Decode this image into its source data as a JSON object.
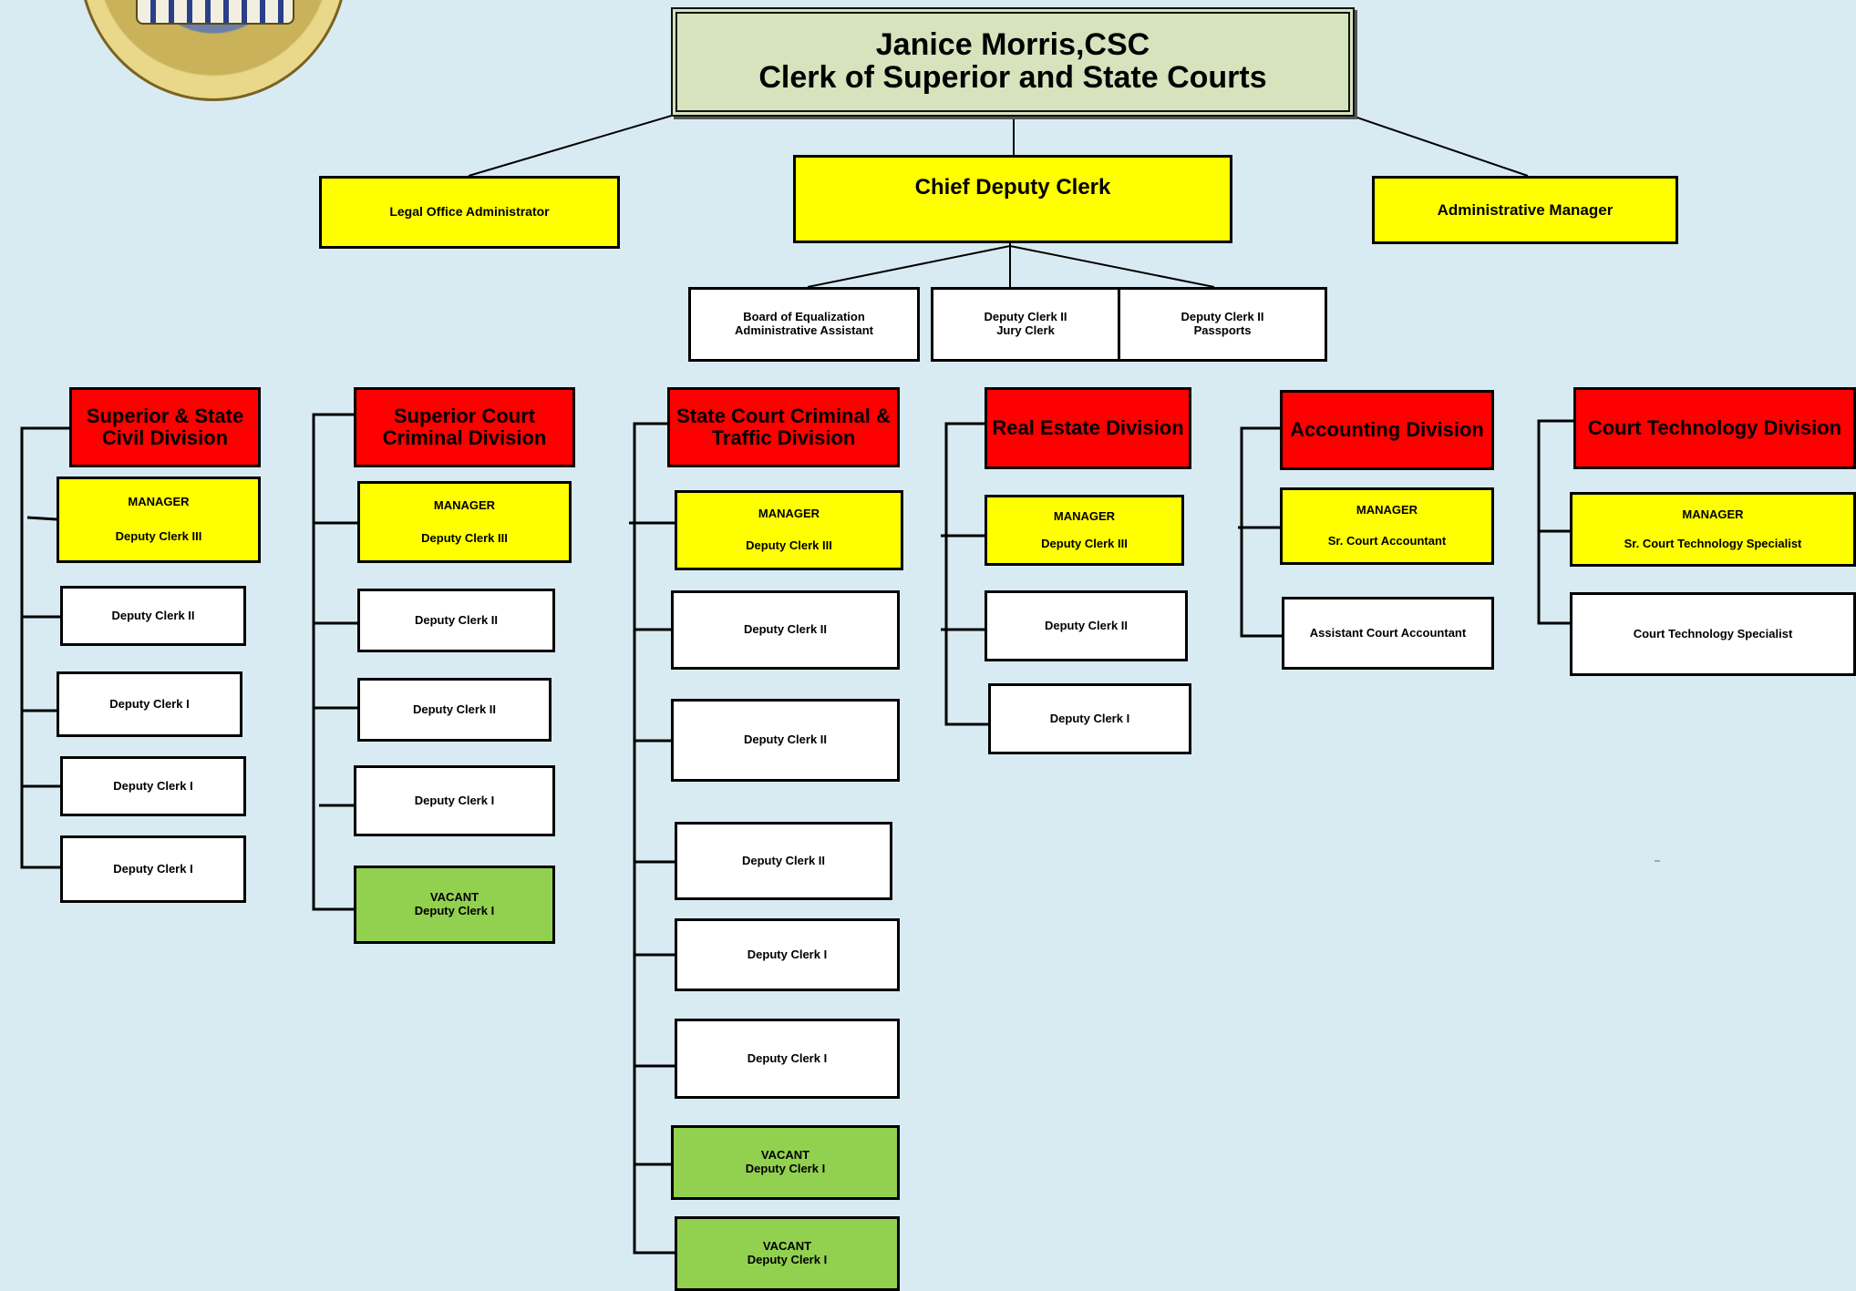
{
  "top": {
    "name": "Janice Morris,CSC",
    "title": "Clerk of Superior and State Courts"
  },
  "staff": {
    "legal": "Legal Office Administrator",
    "chief": "Chief Deputy Clerk",
    "admin": "Administrative Manager"
  },
  "chief_reports": {
    "board_line1": "Board of Equalization",
    "board_line2": "Administrative Assistant",
    "jury_line1": "Deputy Clerk II",
    "jury_line2": "Jury Clerk",
    "pass_line1": "Deputy Clerk II",
    "pass_line2": "Passports"
  },
  "divisions": {
    "civil": {
      "header": "Superior & State Civil Division",
      "mgr_role": "MANAGER",
      "mgr_title": "Deputy Clerk III",
      "staff": [
        "Deputy Clerk II",
        "Deputy Clerk I",
        "Deputy Clerk I",
        "Deputy Clerk I"
      ]
    },
    "criminal": {
      "header": "Superior Court Criminal Division",
      "mgr_role": "MANAGER",
      "mgr_title": "Deputy Clerk III",
      "staff": [
        "Deputy Clerk II",
        "Deputy Clerk II",
        "Deputy Clerk I"
      ],
      "vacant": [
        {
          "status": "VACANT",
          "title": "Deputy Clerk I"
        }
      ]
    },
    "state": {
      "header": "State Court Criminal & Traffic Division",
      "mgr_role": "MANAGER",
      "mgr_title": "Deputy Clerk III",
      "staff": [
        "Deputy Clerk II",
        "Deputy Clerk II",
        "Deputy Clerk II",
        "Deputy Clerk I",
        "Deputy Clerk I"
      ],
      "vacant": [
        {
          "status": "VACANT",
          "title": "Deputy Clerk I"
        },
        {
          "status": "VACANT",
          "title": "Deputy Clerk I"
        }
      ]
    },
    "realestate": {
      "header": "Real Estate Division",
      "mgr_role": "MANAGER",
      "mgr_title": "Deputy Clerk III",
      "staff": [
        "Deputy Clerk II",
        "Deputy Clerk I"
      ]
    },
    "accounting": {
      "header": "Accounting Division",
      "mgr_role": "MANAGER",
      "mgr_title": "Sr. Court Accountant",
      "staff": [
        "Assistant Court Accountant"
      ]
    },
    "tech": {
      "header": "Court Technology Division",
      "mgr_role": "MANAGER",
      "mgr_title": "Sr. Court Technology Specialist",
      "staff": [
        "Court Technology Specialist"
      ]
    }
  },
  "colors": {
    "background": "#d9ebf2",
    "title_box": "#d6e3bc",
    "staff_box": "#ffff00",
    "division_header": "#ff0000",
    "vacant": "#92d050",
    "position": "#ffffff"
  },
  "icons": {
    "seal": "county-seal-icon"
  }
}
